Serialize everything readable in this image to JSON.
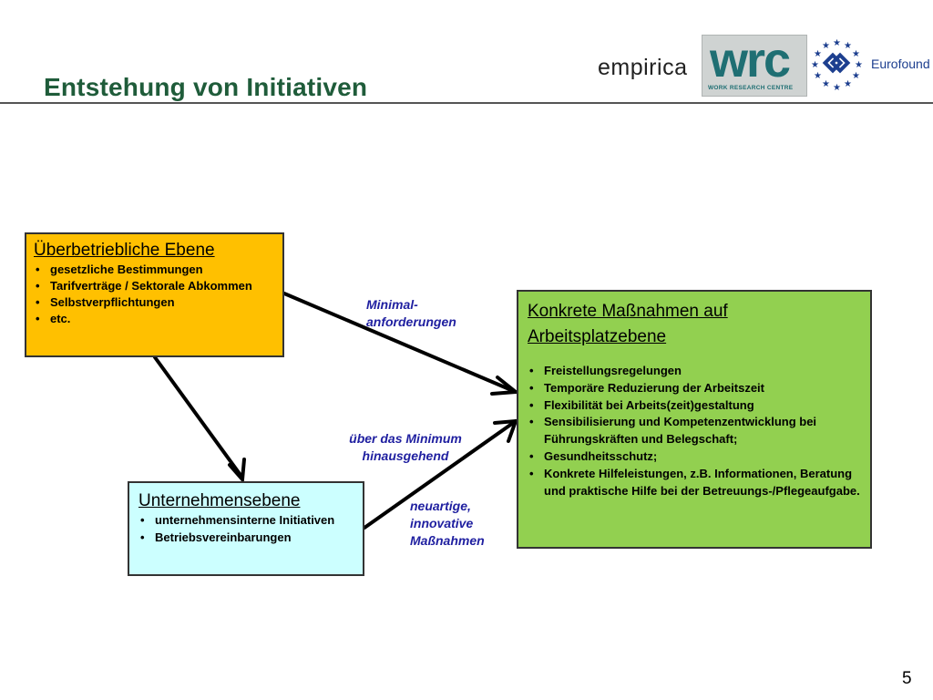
{
  "title": "Entstehung von Initiativen",
  "logos": {
    "empirica": "empirica",
    "wrc": "wrc",
    "wrc_sub": "WORK RESEARCH CENTRE",
    "eurofound": "Eurofound"
  },
  "boxes": {
    "ueberbetrieblich": {
      "heading": "Überbetriebliche Ebene",
      "items": [
        "gesetzliche Bestimmungen",
        "Tarifverträge / Sektorale Abkommen",
        "Selbstverpflichtungen",
        "etc."
      ]
    },
    "unternehmen": {
      "heading": "Unternehmensebene",
      "items": [
        "unternehmensinterne Initiativen",
        "Betriebsvereinbarungen"
      ]
    },
    "konkret": {
      "heading": "Konkrete Maßnahmen auf Arbeitsplatzebene",
      "items": [
        "Freistellungsregelungen",
        "Temporäre Reduzierung der Arbeitszeit",
        "Flexibilität bei Arbeits(zeit)gestaltung",
        "Sensibilisierung und Kompetenzentwicklung bei Führungskräften und Belegschaft;",
        "Gesundheitsschutz;",
        "Konkrete Hilfeleistungen, z.B. Informationen, Beratung und praktische Hilfe bei der Betreuungs-/Pflegeaufgabe."
      ]
    }
  },
  "labels": {
    "minimal_line1": "Minimal-",
    "minimal_line2": "anforderungen",
    "ueber_line1": "über das Minimum",
    "ueber_line2": "hinausgehend",
    "neu_line1": "neuartige,",
    "neu_line2": "innovative",
    "neu_line3": "Maßnahmen"
  },
  "colors": {
    "title": "#1f5c3a",
    "ueberbetrieblich_bg": "#ffc000",
    "unternehmen_bg": "#ccffff",
    "konkret_bg": "#92d050",
    "label_text": "#1f1fa0"
  },
  "page_number": "5"
}
